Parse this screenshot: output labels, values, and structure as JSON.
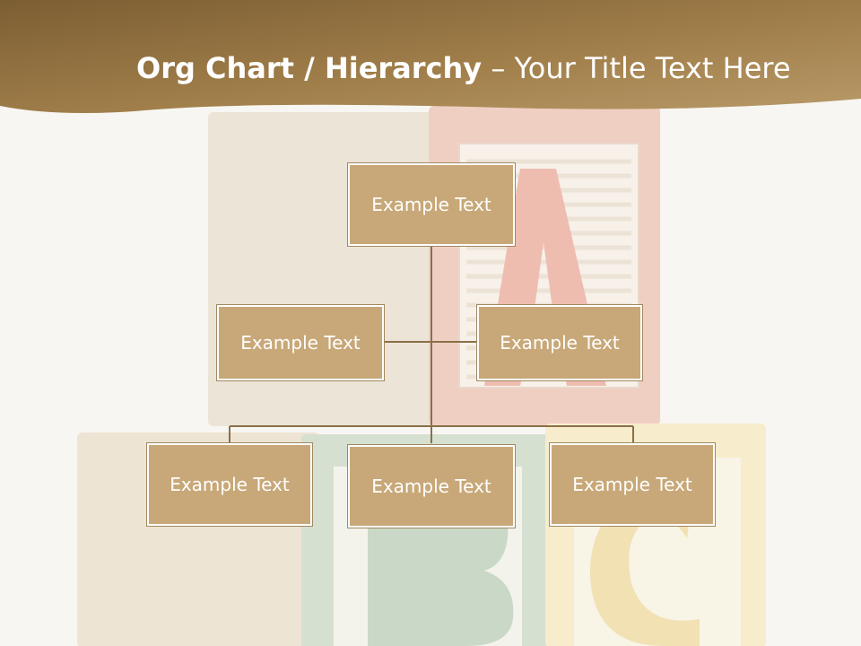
{
  "slide": {
    "title_bold": "Org Chart / Hierarchy",
    "title_dash": " – ",
    "title_rest": "Your Title Text Here"
  },
  "background": {
    "block_letters": [
      "A",
      "B",
      "C"
    ]
  },
  "colors": {
    "header_dark": "#7c5e33",
    "header_light": "#b4925f",
    "node_fill": "#c8a878",
    "connector": "#8a7048",
    "page_bg": "#f8f6f2"
  },
  "org_chart": {
    "root": {
      "label": "Example Text"
    },
    "assistants": [
      {
        "label": "Example Text"
      },
      {
        "label": "Example Text"
      }
    ],
    "children": [
      {
        "label": "Example Text"
      },
      {
        "label": "Example Text"
      },
      {
        "label": "Example Text"
      }
    ]
  }
}
